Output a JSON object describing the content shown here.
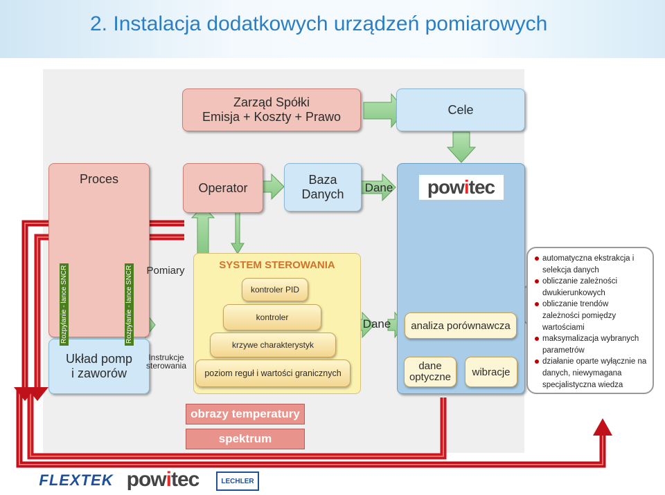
{
  "title": "2. Instalacja dodatkowych urządzeń pomiarowych",
  "top": {
    "zarzad_line1": "Zarząd Spółki",
    "zarzad_line2": "Emisja + Koszty + Prawo",
    "cele": "Cele"
  },
  "row2": {
    "proces": "Proces",
    "operator": "Operator",
    "baza_line1": "Baza",
    "baza_line2": "Danych",
    "dane": "Dane"
  },
  "left": {
    "vlabel1": "Rozpylanie - lance SNCR",
    "vlabel2": "Rozpylanie - lance SNCR",
    "pomiary": "Pomiary",
    "uklad_line1": "Układ pomp",
    "uklad_line2": "i zaworów",
    "instrukcje_line1": "Instrukcje",
    "instrukcje_line2": "sterowania"
  },
  "system": {
    "title": "SYSTEM STEROWANIA",
    "levels": [
      "kontroler PID",
      "kontroler",
      "krzywe charakterystyk",
      "poziom reguł i wartości granicznych"
    ]
  },
  "right": {
    "dane": "Dane",
    "analiza": "analiza porównawcza",
    "dane_optyczne_line1": "dane",
    "dane_optyczne_line2": "optyczne",
    "wibracje": "wibracje"
  },
  "bullets": [
    "automatyczna ekstrakcja i selekcja danych",
    "obliczanie zależności dwukierunkowych",
    "obliczanie trendów zależności pomiędzy wartościami",
    "maksymalizacja wybranych parametrów",
    "działanie oparte wyłącznie na danych, niewymagana specjalistyczna wiedza"
  ],
  "bottom": {
    "obrazy": "obrazy temperatury",
    "spektrum": "spektrum"
  },
  "logos": {
    "powitec_pre": "pow",
    "powitec_i": "i",
    "powitec_post": "tec",
    "flextek": "FLEXTEK",
    "lechler": "LECHLER"
  },
  "colors": {
    "title": "#2a7fc4",
    "arrow_green": "#9dd39a",
    "pipe_red": "#c0101a",
    "bullet": "#c00000"
  }
}
